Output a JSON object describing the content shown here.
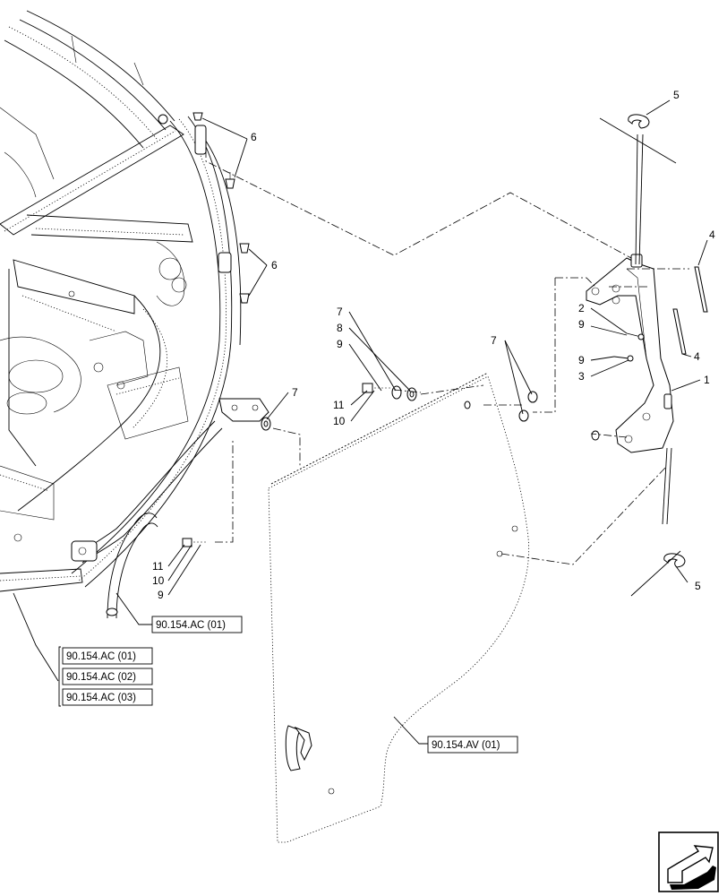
{
  "callouts": {
    "c5a": "5",
    "c6a": "6",
    "c6b": "6",
    "c4a": "4",
    "c4b": "4",
    "c2": "2",
    "c9a": "9",
    "c9b": "9",
    "c3": "3",
    "c1": "1",
    "c7a": "7",
    "c8": "8",
    "c9c": "9",
    "c11a": "11",
    "c10a": "10",
    "c7b": "7",
    "c7c": "7",
    "c11b": "11",
    "c10b": "10",
    "c9d": "9",
    "c5b": "5"
  },
  "references": {
    "ac_single": "90.154.AC (01)",
    "ac_group": [
      "90.154.AC (01)",
      "90.154.AC (02)",
      "90.154.AC (03)"
    ],
    "av": "90.154.AV (01)"
  },
  "nav_icon": "next-page-arrow-icon"
}
